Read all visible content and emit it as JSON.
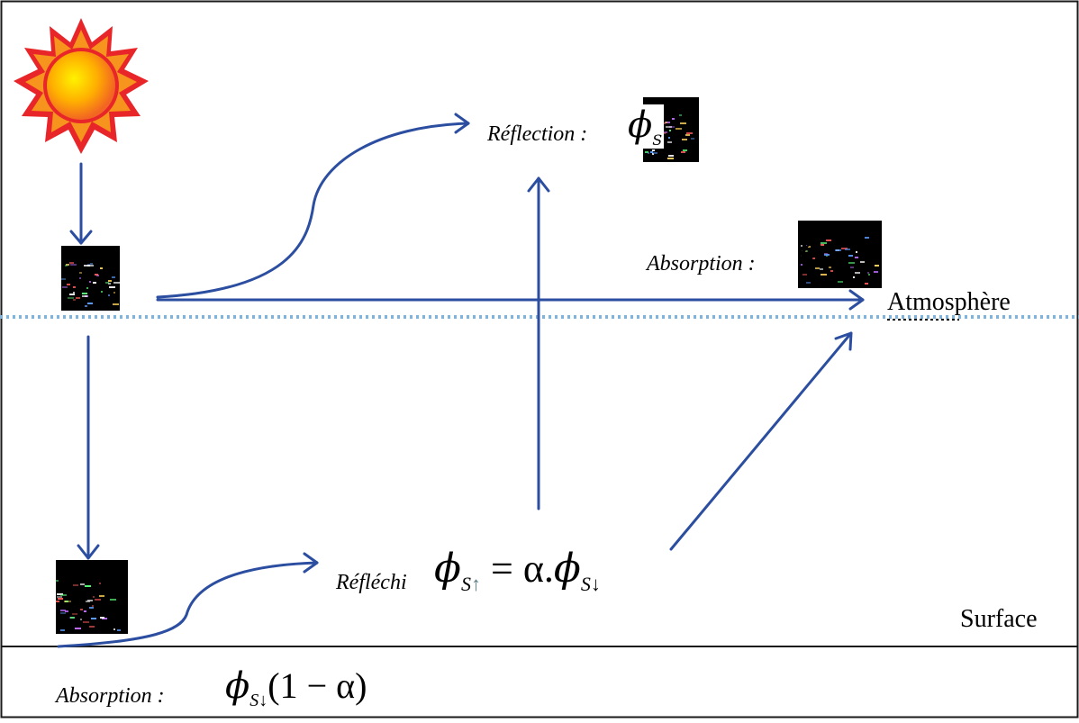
{
  "labels": {
    "reflection": "Réflection :",
    "absorption_atm": "Absorption :",
    "atmosphere": "Atmosphère",
    "reflechi": "Réfléchi",
    "surface": "Surface",
    "absorption_surface": "Absorption :"
  },
  "formulas": {
    "reflechi_formula": "= α.",
    "surface_absorption": "(1 − α)"
  },
  "colors": {
    "arrow": "#2c4ea0",
    "atmosphere_line": "#7fb3dc",
    "sun_outer": "#e8262a",
    "sun_mid": "#f7941d",
    "sun_core": "#ffd200"
  }
}
